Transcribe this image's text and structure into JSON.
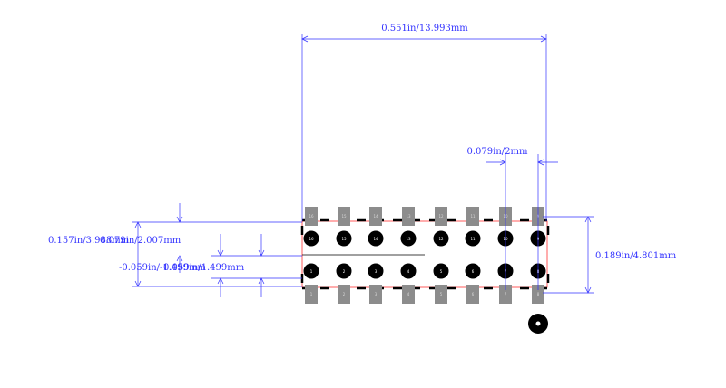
{
  "dimensions": {
    "overall_width": "0.551in/13.993mm",
    "pitch": "0.079in/2mm",
    "overall_height": "0.189in/4.801mm",
    "row_span": "0.157in/3.988mm",
    "pad_length": "0.079in/2.007mm",
    "offset_a": "-0.059in/-1.499mm",
    "offset_b": "0.059in/1.499mm"
  },
  "pins": {
    "top_row": [
      "16",
      "15",
      "14",
      "13",
      "12",
      "11",
      "10",
      "9"
    ],
    "bottom_row": [
      "1",
      "2",
      "3",
      "4",
      "5",
      "6",
      "7",
      "8"
    ]
  },
  "colors": {
    "dimension": "#3333ff",
    "pad": "#8c8c8c",
    "hole": "#000000",
    "outline": "#000000",
    "courtyard": "#ff3333"
  }
}
